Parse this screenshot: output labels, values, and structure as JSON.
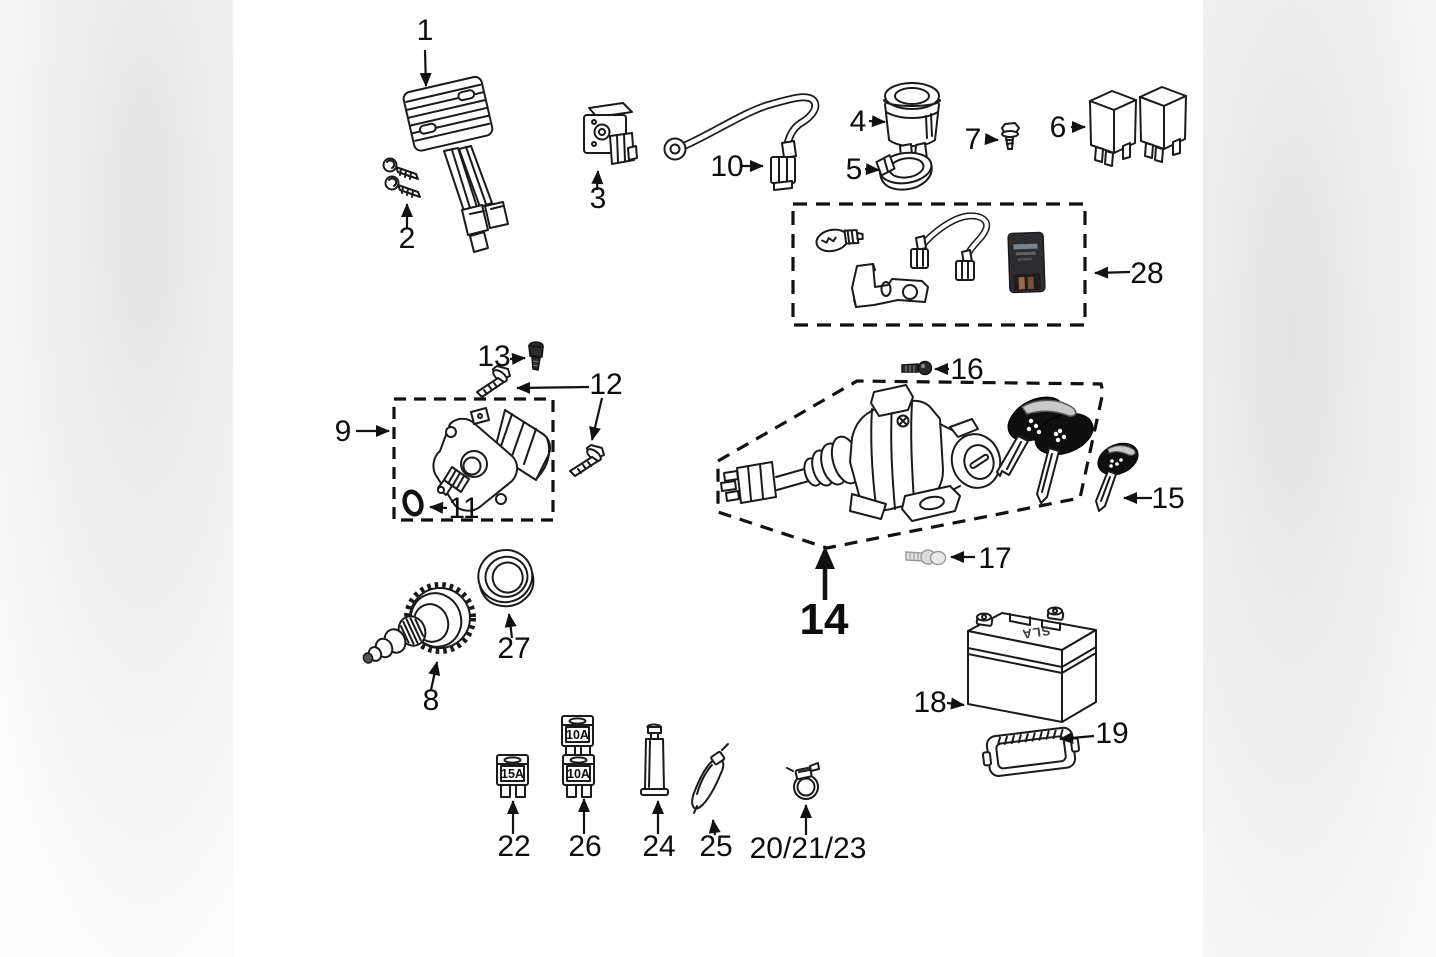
{
  "diagram": {
    "callouts": {
      "c1": "1",
      "c2": "2",
      "c3": "3",
      "c4": "4",
      "c5": "5",
      "c6": "6",
      "c7": "7",
      "c8": "8",
      "c9": "9",
      "c10": "10",
      "c11": "11",
      "c12": "12",
      "c13": "13",
      "c14": "14",
      "c15": "15",
      "c16": "16",
      "c17": "17",
      "c18": "18",
      "c19": "19",
      "c20_21_23": "20/21/23",
      "c22": "22",
      "c24": "24",
      "c25": "25",
      "c26": "26",
      "c27": "27",
      "c28": "28"
    },
    "texts": {
      "fuse_22": "15A",
      "fuse_26_top": "10A",
      "fuse_26_bottom": "10A",
      "battery_top": "SLA"
    },
    "colors": {
      "canvas": "#ffffff",
      "side_margin": "#e6e6e6",
      "line": "#1a1a1a",
      "cdi_body": "#2d2d2f",
      "cdi_pins": "#9a6a4a",
      "key_head": "#0f0f0f",
      "gray_screw": "#c9c9c9"
    }
  }
}
